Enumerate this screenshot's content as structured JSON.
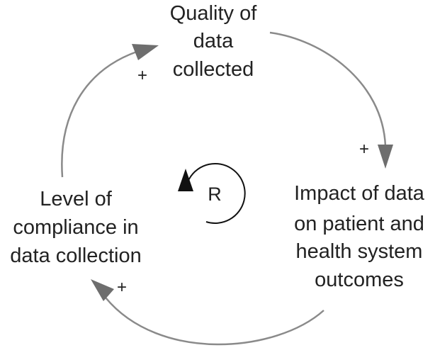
{
  "nodes": {
    "quality": [
      "Quality of",
      "data",
      "collected"
    ],
    "impact": [
      "Impact of data",
      "on patient and",
      "health system",
      "outcomes"
    ],
    "compliance": [
      "Level of",
      "compliance in",
      "data collection"
    ]
  },
  "links": {
    "quality_to_impact": {
      "polarity": "+"
    },
    "impact_to_compliance": {
      "polarity": "+"
    },
    "compliance_to_quality": {
      "polarity": "+"
    }
  },
  "loop": {
    "label": "R"
  },
  "colors": {
    "text": "#222222",
    "arrow": "#8a8a8a",
    "arrowhead": "#6e6e6e",
    "loop": "#111111",
    "background": "#ffffff"
  }
}
